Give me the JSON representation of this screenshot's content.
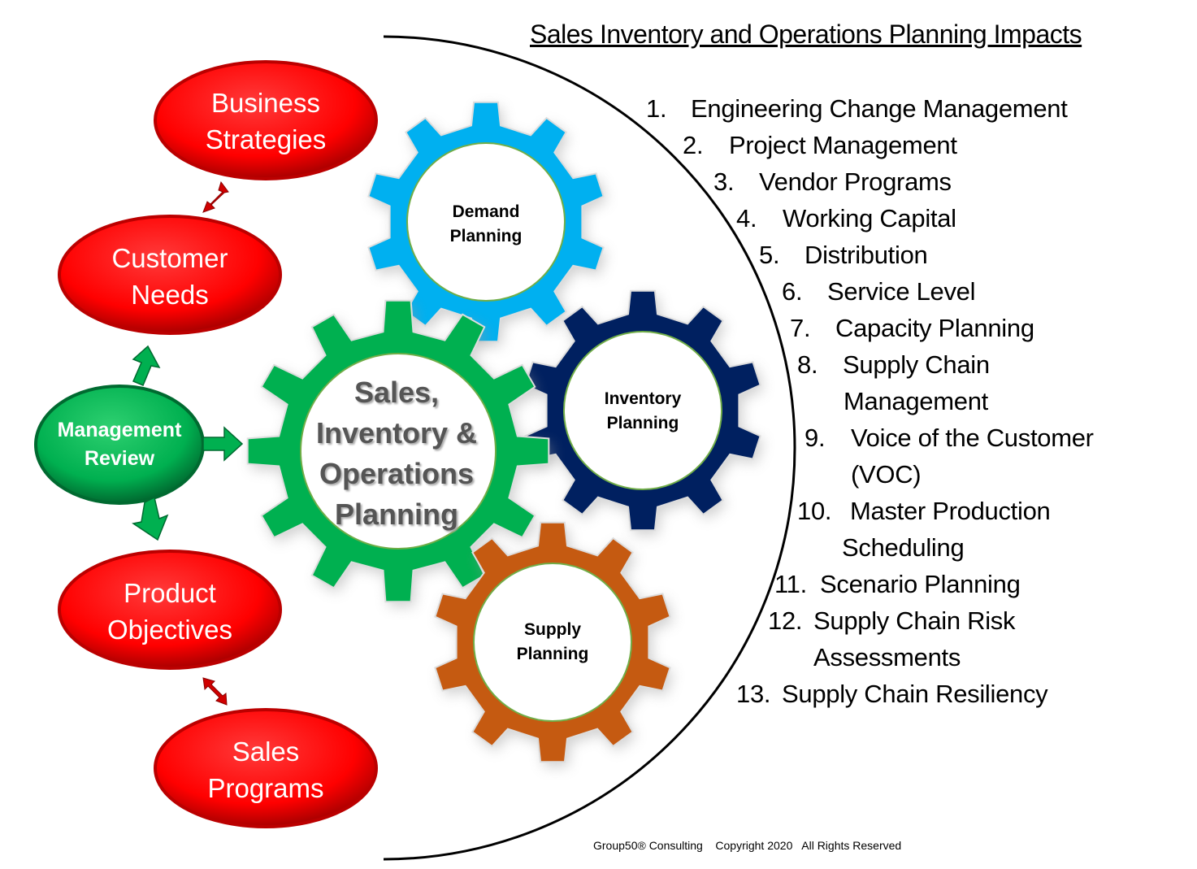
{
  "title": "Sales Inventory and Operations Planning Impacts",
  "ovals": {
    "business_strategies": "Business\nStrategies",
    "customer_needs": "Customer\nNeeds",
    "product_objectives": "Product\nObjectives",
    "sales_programs": "Sales\nPrograms",
    "management_review": "Management\nReview"
  },
  "gears": {
    "main": "Sales,\nInventory &\nOperations\nPlanning",
    "demand": "Demand\nPlanning",
    "inventory": "Inventory\nPlanning",
    "supply": "Supply\nPlanning"
  },
  "colors": {
    "red": "#ff0000",
    "green": "#00b050",
    "light_blue": "#00b0f0",
    "navy": "#002060",
    "orange": "#c55a11"
  },
  "impacts": [
    {
      "num": "1.",
      "text": "Engineering Change Management"
    },
    {
      "num": "2.",
      "text": "Project Management"
    },
    {
      "num": "3.",
      "text": "Vendor Programs"
    },
    {
      "num": "4.",
      "text": "Working Capital"
    },
    {
      "num": "5.",
      "text": "Distribution"
    },
    {
      "num": "6.",
      "text": "Service Level"
    },
    {
      "num": "7.",
      "text": "Capacity Planning"
    },
    {
      "num": "8.",
      "text": "Supply Chain",
      "cont": "Management"
    },
    {
      "num": "9.",
      "text": "Voice of the Customer",
      "cont": "(VOC)"
    },
    {
      "num": "10.",
      "text": "Master Production",
      "cont": "Scheduling"
    },
    {
      "num": "11.",
      "text": "Scenario Planning"
    },
    {
      "num": "12.",
      "text": "Supply Chain Risk",
      "cont": "Assessments"
    },
    {
      "num": "13.",
      "text": "Supply Chain Resiliency"
    }
  ],
  "footer": "Group50® Consulting    Copyright 2020   All Rights Reserved"
}
